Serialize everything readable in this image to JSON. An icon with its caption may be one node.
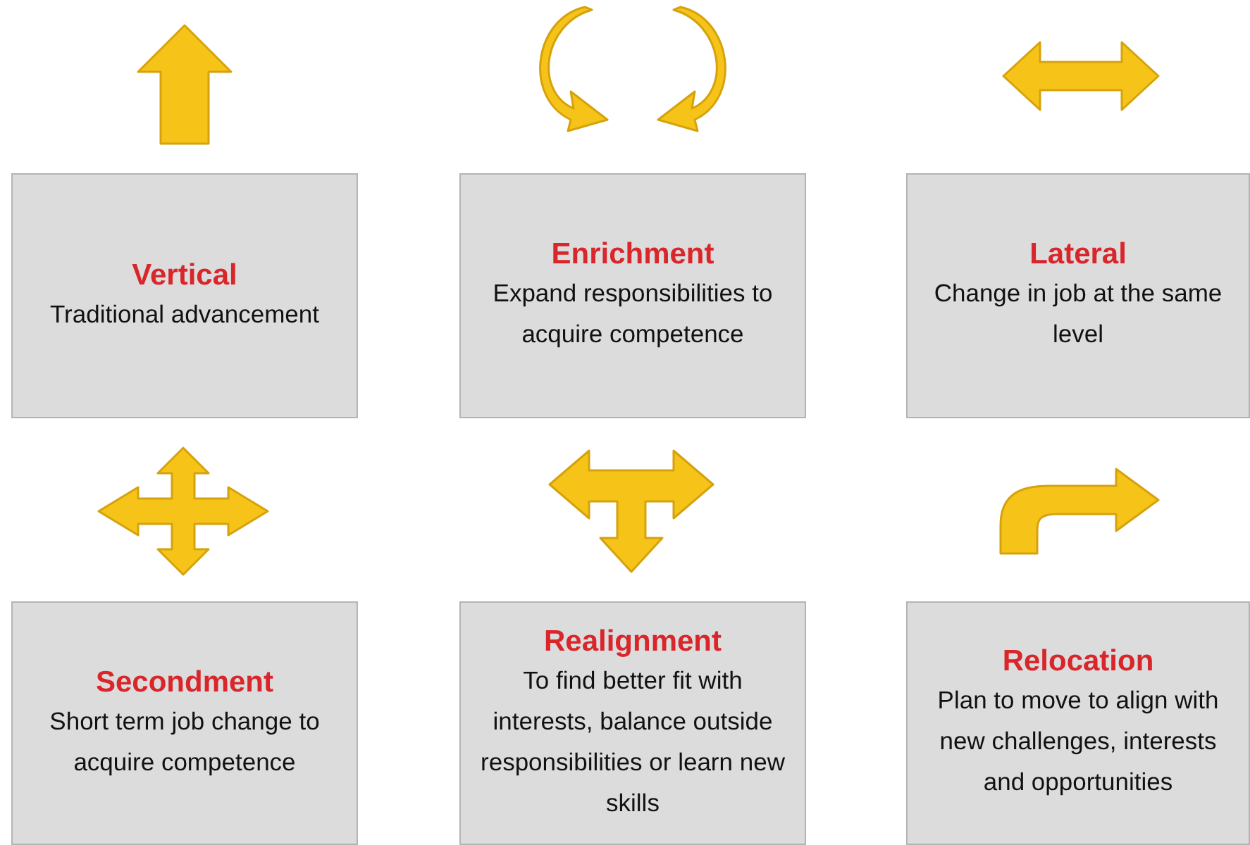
{
  "diagram": {
    "nodes": [
      {
        "text": [
          "Vertical",
          "Traditional advancement"
        ]
      },
      {
        "text": [
          "Enrichment",
          "Expand responsibilities to acquire competence"
        ]
      },
      {
        "text": [
          "Lateral",
          "Change in job at the same level"
        ]
      },
      {
        "text": [
          "Secondment",
          "Short term job change to acquire competence"
        ]
      },
      {
        "text": [
          "Realignment",
          "To find better fit with interests, balance outside responsibilities or learn new skills"
        ]
      },
      {
        "text": [
          "Relocation",
          "Plan to move to align with new challenges, interests and opportunities"
        ]
      }
    ]
  }
}
